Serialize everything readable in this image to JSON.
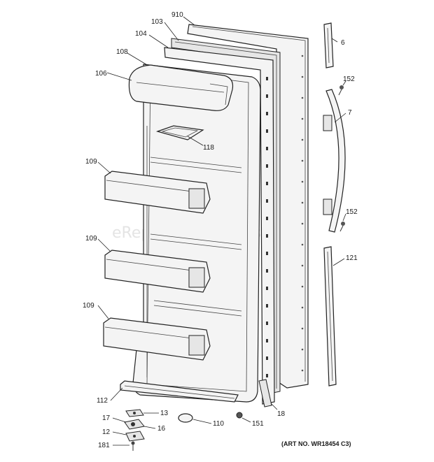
{
  "callouts": {
    "c910": "910",
    "c103": "103",
    "c104": "104",
    "c108": "108",
    "c106": "106",
    "c118": "118",
    "c109a": "109",
    "c109b": "109",
    "c109c": "109",
    "c6": "6",
    "c152a": "152",
    "c7": "7",
    "c152b": "152",
    "c121": "121",
    "c112": "112",
    "c13": "13",
    "c17": "17",
    "c16": "16",
    "c12": "12",
    "c181": "181",
    "c110": "110",
    "c151": "151",
    "c18": "18"
  },
  "art_number": "(ART NO. WR18454 C3)",
  "watermark": "eReplacementParts.com"
}
